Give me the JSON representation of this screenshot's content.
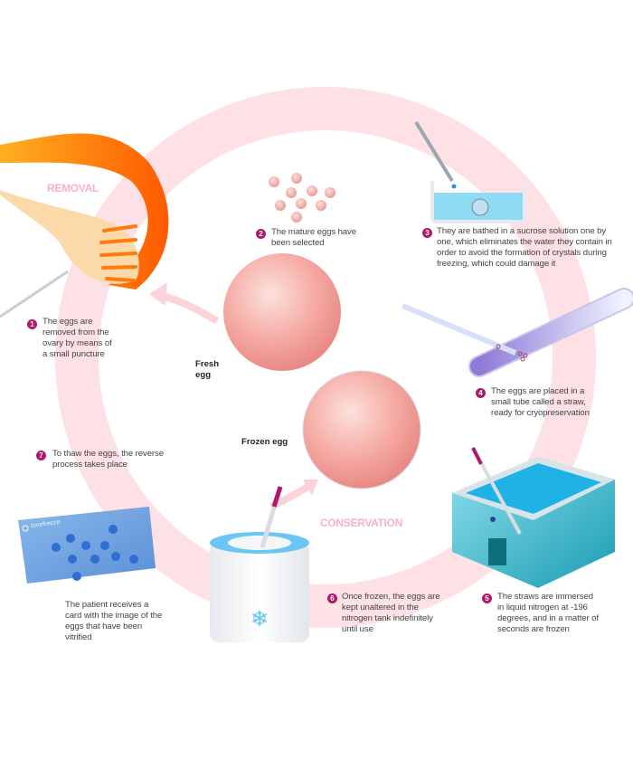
{
  "phases": {
    "removal": "REMOVAL",
    "conservation": "CONSERVATION"
  },
  "labels": {
    "fresh_egg": "Fresh egg",
    "frozen_egg": "Frozen egg",
    "card_brand": "timefreeze"
  },
  "steps": [
    {
      "number": "1",
      "text": "The eggs are removed from the ovary by means of a small puncture"
    },
    {
      "number": "2",
      "text": "The mature eggs have been selected"
    },
    {
      "number": "3",
      "text": "They are bathed in a sucrose solution one by one, which eliminates the water they contain in order to avoid the formation of crystals during freezing, which could damage it"
    },
    {
      "number": "4",
      "text": "The eggs are placed in a small tube called a straw, ready for cryopreservation"
    },
    {
      "number": "5",
      "text": "The straws are immersed in liquid nitrogen at -196 degrees, and in a matter of seconds are frozen"
    },
    {
      "number": "6",
      "text": "Once frozen, the eggs are kept unaltered in the nitrogen tank indefinitely until use"
    },
    {
      "number": "7",
      "text": "To thaw the eggs, the reverse process takes place"
    }
  ],
  "card_caption": "The patient receives a card with the image of the eggs that have been vitrified",
  "colors": {
    "ring": "#fde1e5",
    "badge": "#b0186b",
    "phase": "#f7b3bf",
    "egg": "#f3a6a0",
    "ice": "#38b8e8"
  }
}
